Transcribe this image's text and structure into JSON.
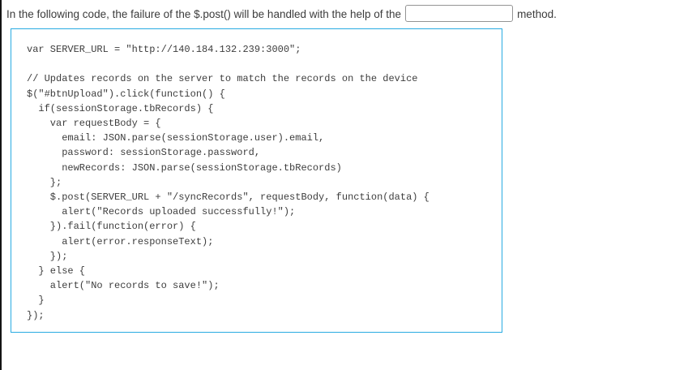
{
  "question": {
    "text_before": "In the following code, the failure of the $.post() will be handled with the help of the",
    "answer_input": {
      "value": "",
      "placeholder": ""
    },
    "text_after": "method."
  },
  "code_block": {
    "lines": [
      "var SERVER_URL = \"http://140.184.132.239:3000\";",
      "",
      "// Updates records on the server to match the records on the device",
      "$(\"#btnUpload\").click(function() {",
      "  if(sessionStorage.tbRecords) {",
      "    var requestBody = {",
      "      email: JSON.parse(sessionStorage.user).email,",
      "      password: sessionStorage.password,",
      "      newRecords: JSON.parse(sessionStorage.tbRecords)",
      "    };",
      "    $.post(SERVER_URL + \"/syncRecords\", requestBody, function(data) {",
      "      alert(\"Records uploaded successfully!\");",
      "    }).fail(function(error) {",
      "      alert(error.responseText);",
      "    });",
      "  } else {",
      "    alert(\"No records to save!\");",
      "  }",
      "});"
    ]
  },
  "colors": {
    "code_box_border": "#29abe2",
    "question_text": "#3c3c3c",
    "code_text": "#3d3d3d",
    "input_border": "#949494",
    "page_left_edge": "#141414"
  }
}
